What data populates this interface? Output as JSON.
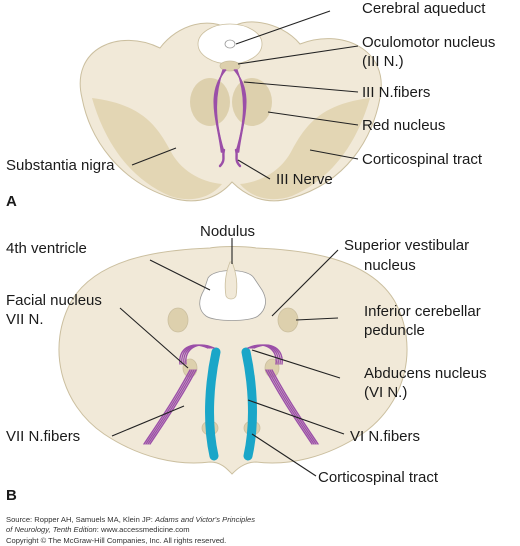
{
  "colors": {
    "tissue": "#f1e9d8",
    "tissue_stroke": "#cbbf9f",
    "gray_region": "#e3d6b4",
    "nucleus": "#ddd0ad",
    "nerve_fibers": "#9b4fa8",
    "corticospinal_highlight": "#1aa6c8",
    "leader_lines": "#222222"
  },
  "panel_a": {
    "letter": "A",
    "labels": {
      "cerebral_aqueduct": "Cerebral aqueduct",
      "oculomotor_nucleus": "Oculomotor nucleus",
      "oculomotor_nucleus_sub": "(III N.)",
      "iii_fibers": "III N.fibers",
      "red_nucleus": "Red nucleus",
      "corticospinal": "Corticospinal tract",
      "substantia_nigra": "Substantia nigra",
      "iii_nerve": "III Nerve"
    }
  },
  "panel_b": {
    "letter": "B",
    "labels": {
      "nodulus": "Nodulus",
      "fourth_ventricle": "4th ventricle",
      "superior_vestibular": "Superior vestibular",
      "superior_vestibular_sub": "nucleus",
      "facial_nucleus": "Facial nucleus",
      "facial_nucleus_sub": "VII N.",
      "inferior_cerebellar": "Inferior cerebellar",
      "inferior_cerebellar_sub": "peduncle",
      "abducens_nucleus": "Abducens nucleus",
      "abducens_nucleus_sub": "(VI N.)",
      "vii_fibers": "VII N.fibers",
      "vi_fibers": "VI N.fibers",
      "corticospinal": "Corticospinal tract"
    }
  },
  "source": {
    "line1_prefix": "Source: Ropper AH, Samuels MA, Klein JP: ",
    "line1_title": "Adams and Victor's Principles",
    "line2_title": "of Neurology, Tenth Edition",
    "line2_suffix": ": www.accessmedicine.com",
    "line3": "Copyright © The McGraw-Hill Companies, Inc. All rights reserved."
  }
}
